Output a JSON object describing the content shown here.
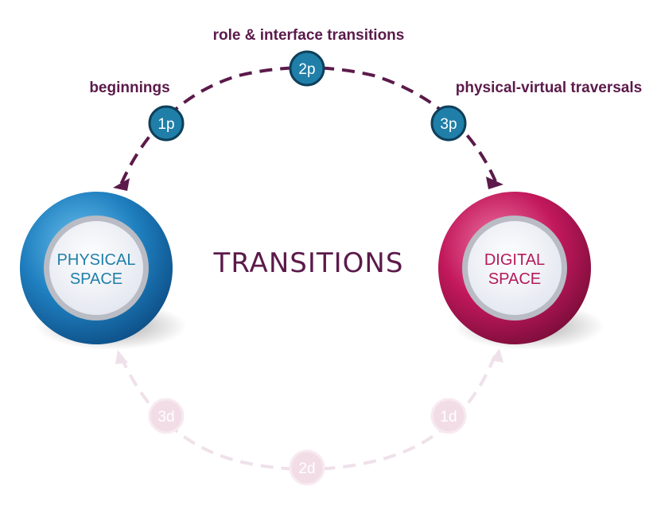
{
  "title": "TRANSITIONS",
  "nodes": {
    "physical": {
      "line1": "PHYSICAL",
      "line2": "SPACE"
    },
    "digital": {
      "line1": "DIGITAL",
      "line2": "SPACE"
    }
  },
  "top_path": {
    "steps": [
      {
        "badge": "1p",
        "label": "beginnings"
      },
      {
        "badge": "2p",
        "label": "role & interface transitions"
      },
      {
        "badge": "3p",
        "label": "physical-virtual traversals"
      }
    ]
  },
  "bottom_path": {
    "steps": [
      {
        "badge": "1d"
      },
      {
        "badge": "2d"
      },
      {
        "badge": "3d"
      }
    ]
  },
  "colors": {
    "arrow": "#5b1a4a",
    "faded_arrow": "#efe1ea",
    "badge_fill": "#1f7fa8",
    "badge_stroke": "#0f3f5a",
    "faded_badge": "#f2dde6",
    "physical_ring": "#1f7fb8",
    "digital_ring": "#b5195b"
  }
}
